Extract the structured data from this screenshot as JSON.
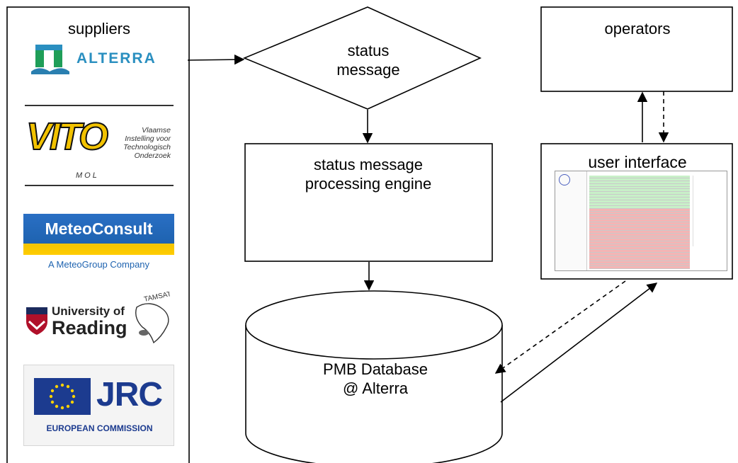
{
  "suppliers": {
    "title": "suppliers",
    "logos": {
      "alterra": {
        "text": "ALTERRA",
        "color": "#2a8fc0",
        "accent": "#1f9e58"
      },
      "vito": {
        "letters": "VITO",
        "tagline": [
          "Vlaamse",
          "Instelling voor",
          "Technologisch",
          "Onderzoek"
        ],
        "subtext": "MOL",
        "color": "#f2c200"
      },
      "meteoconsult": {
        "name": "MeteoConsult",
        "tagline": "A MeteoGroup Company",
        "color": "#1e63b0",
        "accent": "#ffcc00"
      },
      "reading": {
        "name_line1": "University of",
        "name_line2": "Reading",
        "badge": "TAMSAT",
        "color": "#b0102a"
      },
      "jrc": {
        "name": "JRC",
        "subtext": "EUROPEAN COMMISSION",
        "color": "#1c3b8f",
        "star_color": "#ffd200"
      }
    }
  },
  "status_message": {
    "line1": "status",
    "line2": "message"
  },
  "engine": {
    "line1": "status message",
    "line2": "processing engine"
  },
  "database": {
    "line1": "PMB Database",
    "line2": "@ Alterra"
  },
  "operators": {
    "label": "operators"
  },
  "user_interface": {
    "label": "user interface",
    "row_colors": {
      "ok": "#c8f0c8",
      "error": "#f5b4b4"
    },
    "ok_rows": 12,
    "error_rows": 22
  }
}
